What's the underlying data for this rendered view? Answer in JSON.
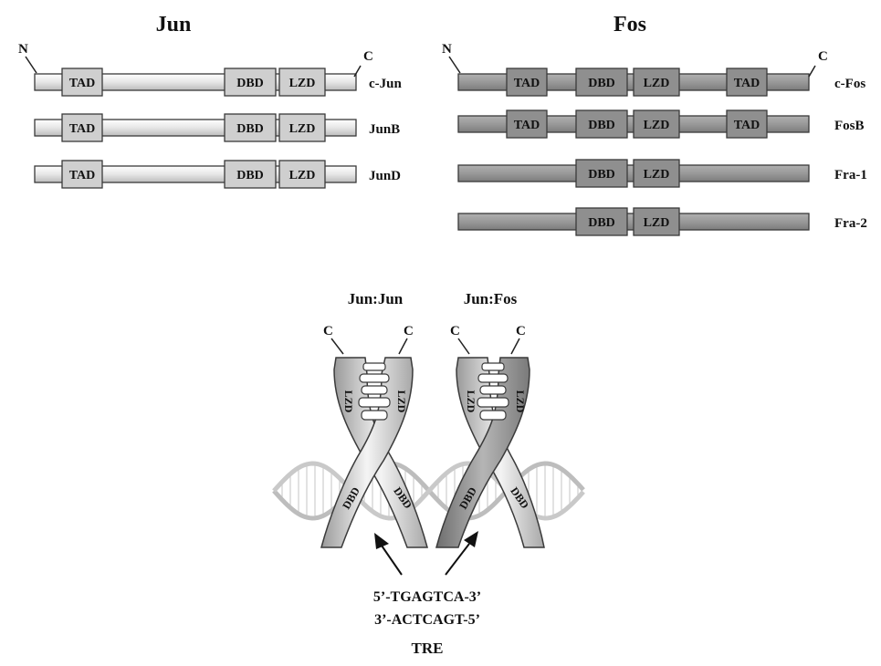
{
  "colors": {
    "jun_fill": "#e8e8e8",
    "fos_fill": "#9a9a9a",
    "domain_jun": "#c8c8c8",
    "domain_fos": "#8a8a8a",
    "dna_strand": "#bdbdbd",
    "outline": "#3a3a3a"
  },
  "jun_family": {
    "title": "Jun",
    "n_label": "N",
    "c_label": "C",
    "proteins": [
      {
        "name": "c-Jun",
        "domains": [
          "TAD",
          "DBD",
          "LZD"
        ]
      },
      {
        "name": "JunB",
        "domains": [
          "TAD",
          "DBD",
          "LZD"
        ]
      },
      {
        "name": "JunD",
        "domains": [
          "TAD",
          "DBD",
          "LZD"
        ]
      }
    ]
  },
  "fos_family": {
    "title": "Fos",
    "n_label": "N",
    "c_label": "C",
    "proteins": [
      {
        "name": "c-Fos",
        "domains": [
          "TAD",
          "DBD",
          "LZD",
          "TAD"
        ]
      },
      {
        "name": "FosB",
        "domains": [
          "TAD",
          "DBD",
          "LZD",
          "TAD"
        ]
      },
      {
        "name": "Fra-1",
        "domains": [
          "DBD",
          "LZD"
        ]
      },
      {
        "name": "Fra-2",
        "domains": [
          "DBD",
          "LZD"
        ]
      }
    ]
  },
  "dimers": {
    "jun_jun": {
      "title": "Jun:Jun",
      "c_left": "C",
      "c_right": "C",
      "lzd_left": "LZD",
      "lzd_right": "LZD",
      "dbd_left": "DBD",
      "dbd_right": "DBD"
    },
    "jun_fos": {
      "title": "Jun:Fos",
      "c_left": "C",
      "c_right": "C",
      "lzd_left": "LZD",
      "lzd_right": "LZD",
      "dbd_left": "DBD",
      "dbd_right": "DBD"
    }
  },
  "sequence": {
    "line1": "5’-TGAGTCA-3’",
    "line2": "3’-ACTCAGT-5’",
    "element": "TRE"
  }
}
